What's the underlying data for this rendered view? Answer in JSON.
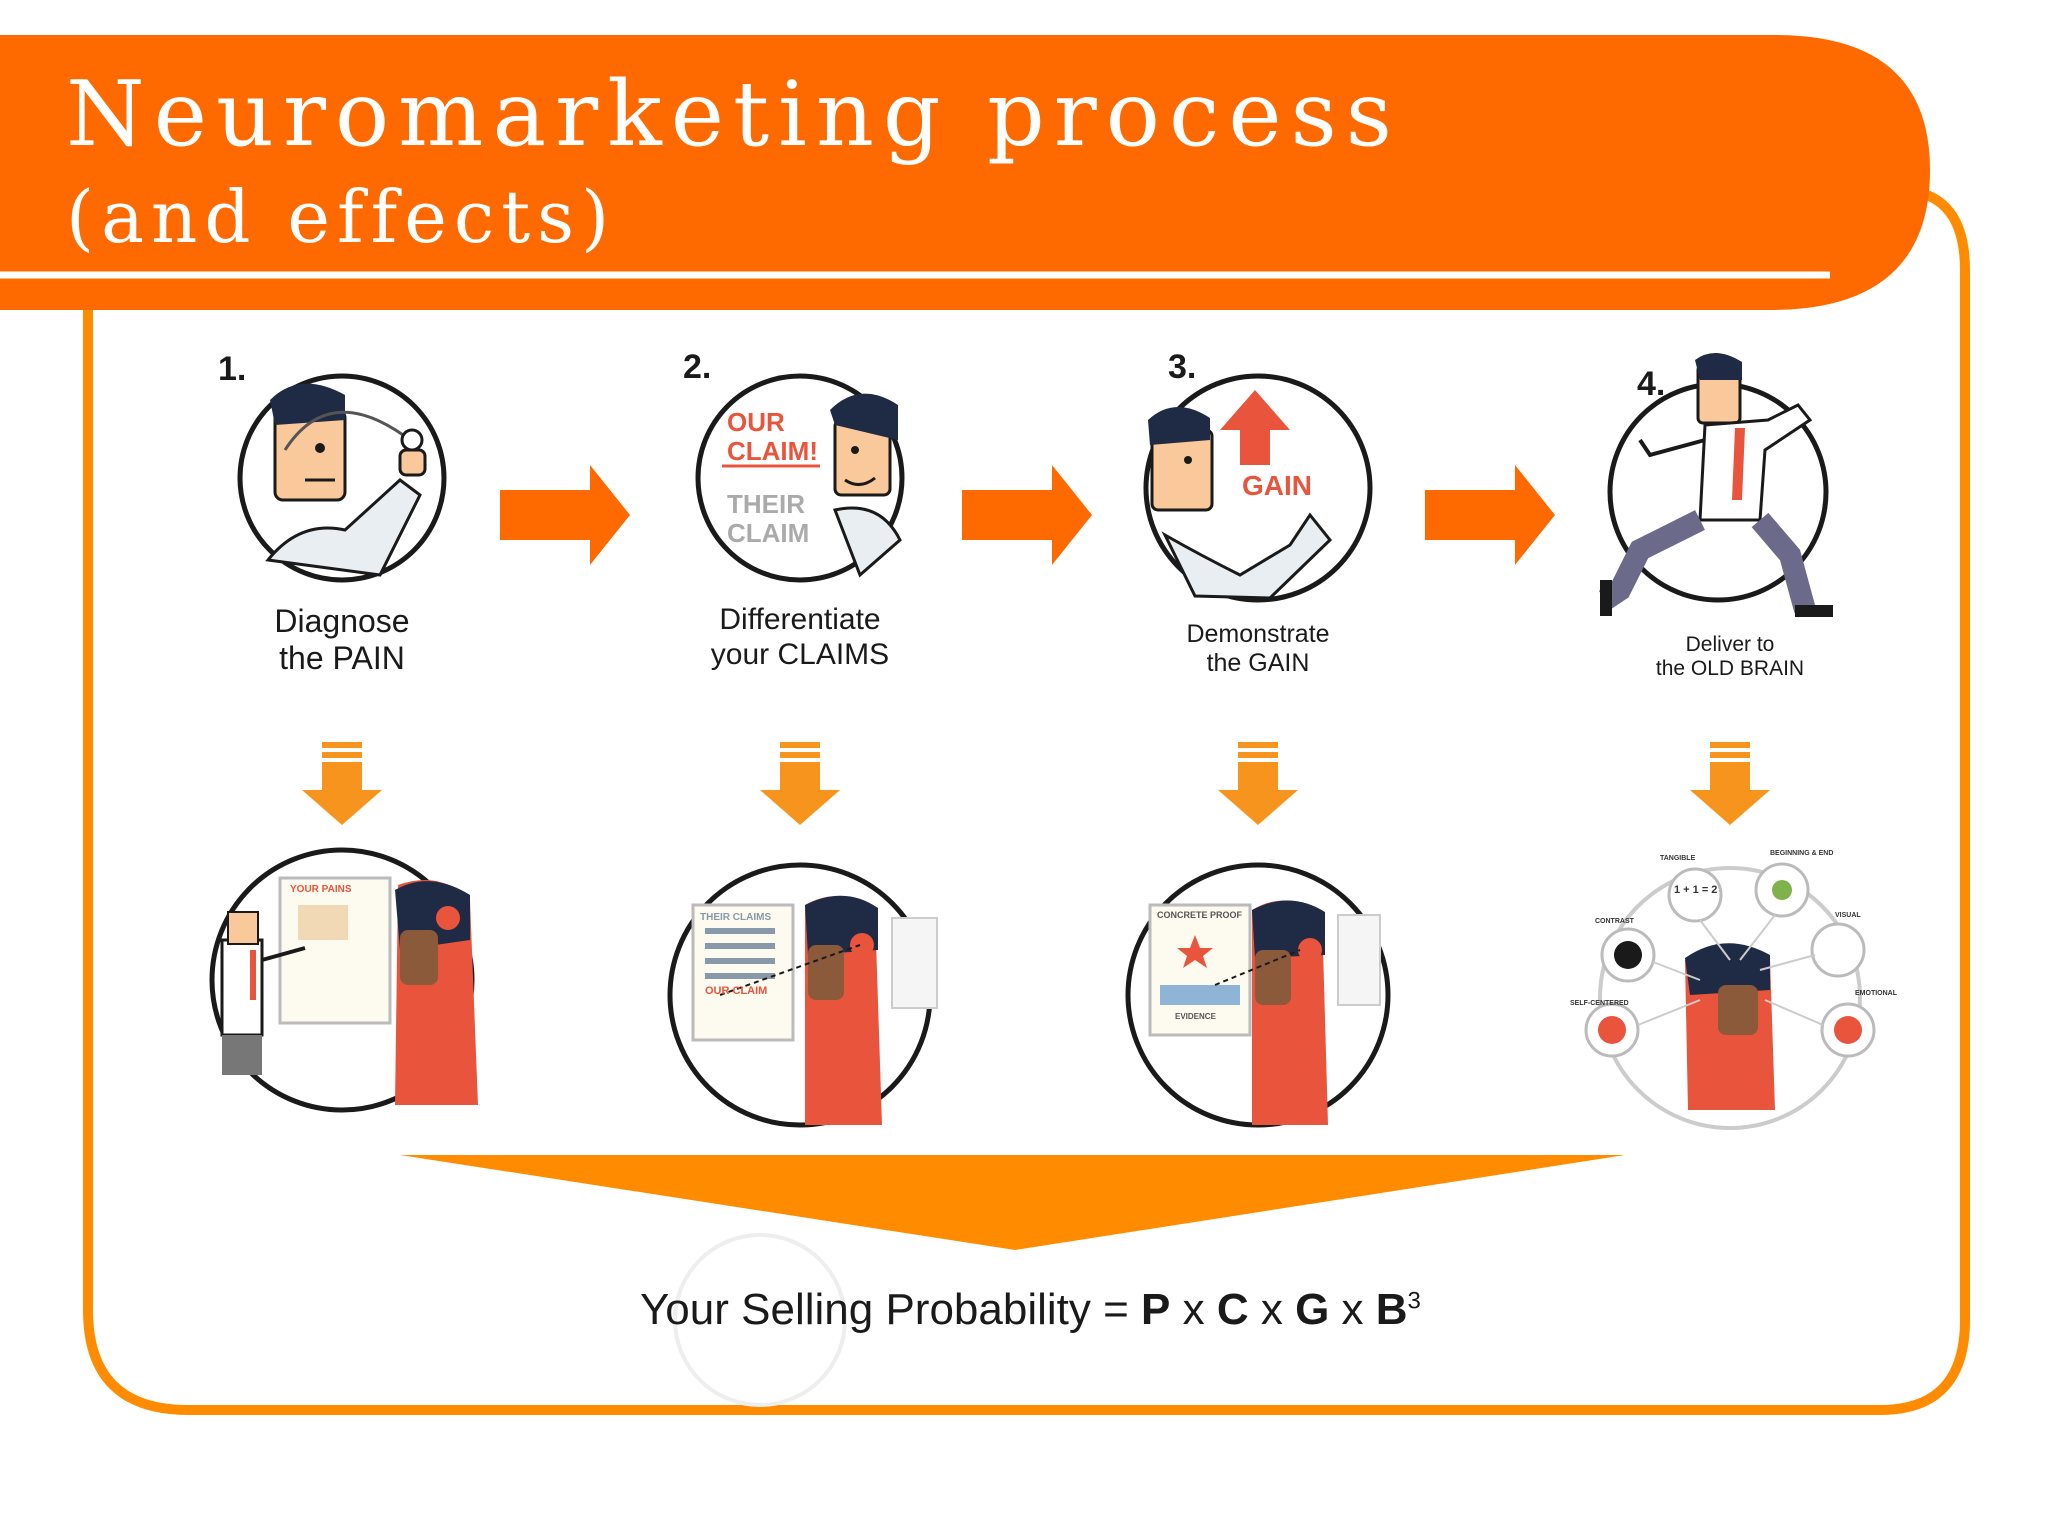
{
  "slide": {
    "title": "Neuromarketing process",
    "subtitle": "(and effects)",
    "colors": {
      "banner": "#ff6a00",
      "frame": "#ff8c00",
      "arrow": "#f7941d",
      "accent": "#e8543c"
    }
  },
  "steps": [
    {
      "number": "1.",
      "caption_line1": "Diagnose",
      "caption_line2": "the PAIN",
      "icon": "doctor-stethoscope-icon"
    },
    {
      "number": "2.",
      "caption_line1": "Differentiate",
      "caption_line2": "your CLAIMS",
      "icon": "claims-icon",
      "icon_text": {
        "our": "OUR",
        "claim_excl": "CLAIM!",
        "their": "THEIR",
        "claim": "CLAIM"
      }
    },
    {
      "number": "3.",
      "caption_line1": "Demonstrate",
      "caption_line2": "the GAIN",
      "icon": "gain-arrow-icon",
      "icon_text": {
        "gain": "GAIN"
      }
    },
    {
      "number": "4.",
      "caption_line1": "Deliver to",
      "caption_line2": "the OLD BRAIN",
      "icon": "running-man-icon"
    }
  ],
  "effects": [
    {
      "icon": "pains-presentation-icon",
      "board_label": "YOUR PAINS"
    },
    {
      "icon": "their-claims-board-icon",
      "board_label": "THEIR CLAIMS",
      "board_label2": "OUR CLAIM"
    },
    {
      "icon": "concrete-proof-board-icon",
      "board_label": "CONCRETE PROOF",
      "board_label2": "EVIDENCE"
    },
    {
      "icon": "brain-stimuli-icon",
      "labels": [
        "TANGIBLE",
        "BEGINNING & END",
        "VISUAL",
        "EMOTIONAL",
        "SELF-CENTERED",
        "CONTRAST"
      ],
      "math": "1 + 1 = 2"
    }
  ],
  "formula": {
    "prefix": "Your Selling Probability = ",
    "p": "P",
    "x1": " x ",
    "c": "C",
    "x2": " x ",
    "g": "G",
    "x3": " x ",
    "b": "B",
    "exp": "3"
  }
}
